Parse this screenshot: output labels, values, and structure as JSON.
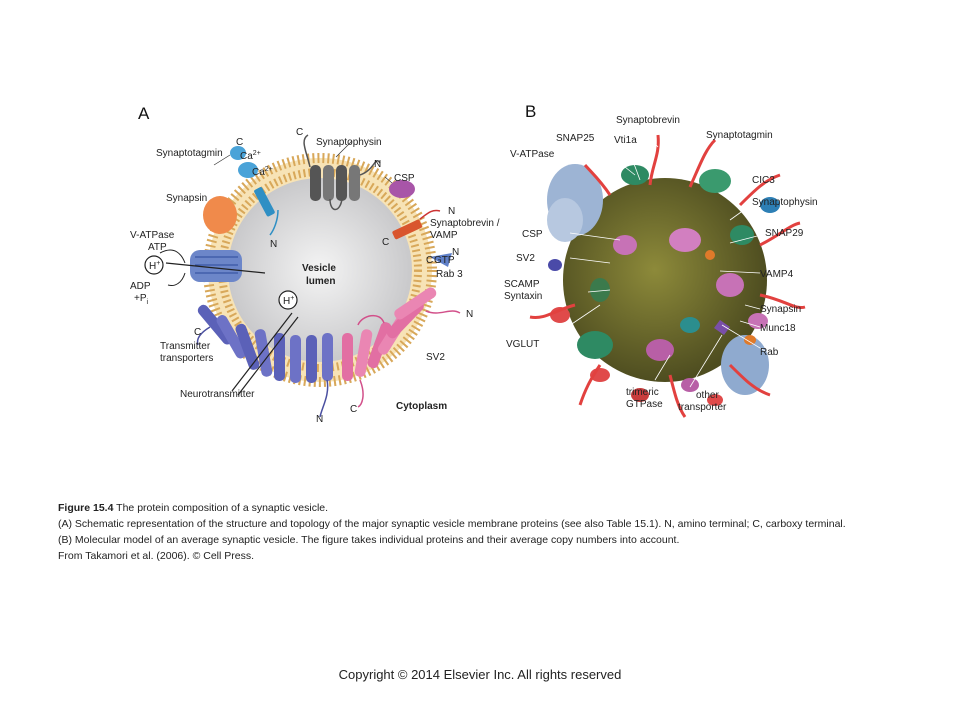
{
  "figure": {
    "panel_a": {
      "letter": "A",
      "labels": {
        "synaptotagmin": "Synaptotagmin",
        "c_top_left": "C",
        "ca1": "Ca",
        "ca1_sup": "2+",
        "ca2": "Ca",
        "ca2_sup": "2+",
        "c_top": "C",
        "synaptophysin": "Synaptophysin",
        "n_top": "N",
        "csp": "CSP",
        "synapsin": "Synapsin",
        "n_right": "N",
        "synaptobrevin_vamp_1": "Synaptobrevin /",
        "synaptobrevin_vamp_2": "VAMP",
        "c_right": "C",
        "n_gtp": "N",
        "gtp": "GTP",
        "c_gtp": "C",
        "rab3": "Rab 3",
        "vatpase": "V-ATPase",
        "atp": "ATP",
        "hplus_left": "H",
        "plus_left": "+",
        "adp": "ADP",
        "pi": "+P",
        "pi_sub": "i",
        "n_small": "N",
        "vesicle": "Vesicle",
        "lumen": "lumen",
        "hplus_inner": "H",
        "plus_inner": "+",
        "n_sv2": "N",
        "c_transporter": "C",
        "transmitter_1": "Transmitter",
        "transmitter_2": "transporters",
        "sv2": "SV2",
        "neurotransmitter": "Neurotransmitter",
        "cytoplasm": "Cytoplasm",
        "c_bottom": "C",
        "n_bottom": "N"
      }
    },
    "panel_b": {
      "letter": "B",
      "labels": {
        "synaptobrevin": "Synaptobrevin",
        "snap25": "SNAP25",
        "vti1a": "Vti1a",
        "synaptotagmin": "Synaptotagmin",
        "vatpase": "V-ATPase",
        "cic3": "CIC3",
        "synaptophysin": "Synaptophysin",
        "csp": "CSP",
        "snap29": "SNAP29",
        "sv2": "SV2",
        "vamp4": "VAMP4",
        "scamp": "SCAMP",
        "syntaxin": "Syntaxin",
        "synapsin": "Synapsin",
        "vglut": "VGLUT",
        "munc18": "Munc18",
        "rab": "Rab",
        "trimeric_1": "trimeric",
        "trimeric_2": "GTPase",
        "other_1": "other",
        "other_2": "transporter"
      }
    }
  },
  "caption": {
    "number": "Figure 15.4",
    "title": " The protein composition of a synaptic vesicle.",
    "body": "(A) Schematic representation of the structure and topology of the major synaptic vesicle membrane proteins (see also Table 15.1). N, amino terminal; C, carboxy terminal. (B) Molecular model of an average synaptic vesicle. The figure takes individual proteins and their average copy numbers into account.",
    "source": "From Takamori et al. (2006). © Cell Press."
  },
  "copyright": "Copyright © 2014 Elsevier Inc. All rights reserved"
}
